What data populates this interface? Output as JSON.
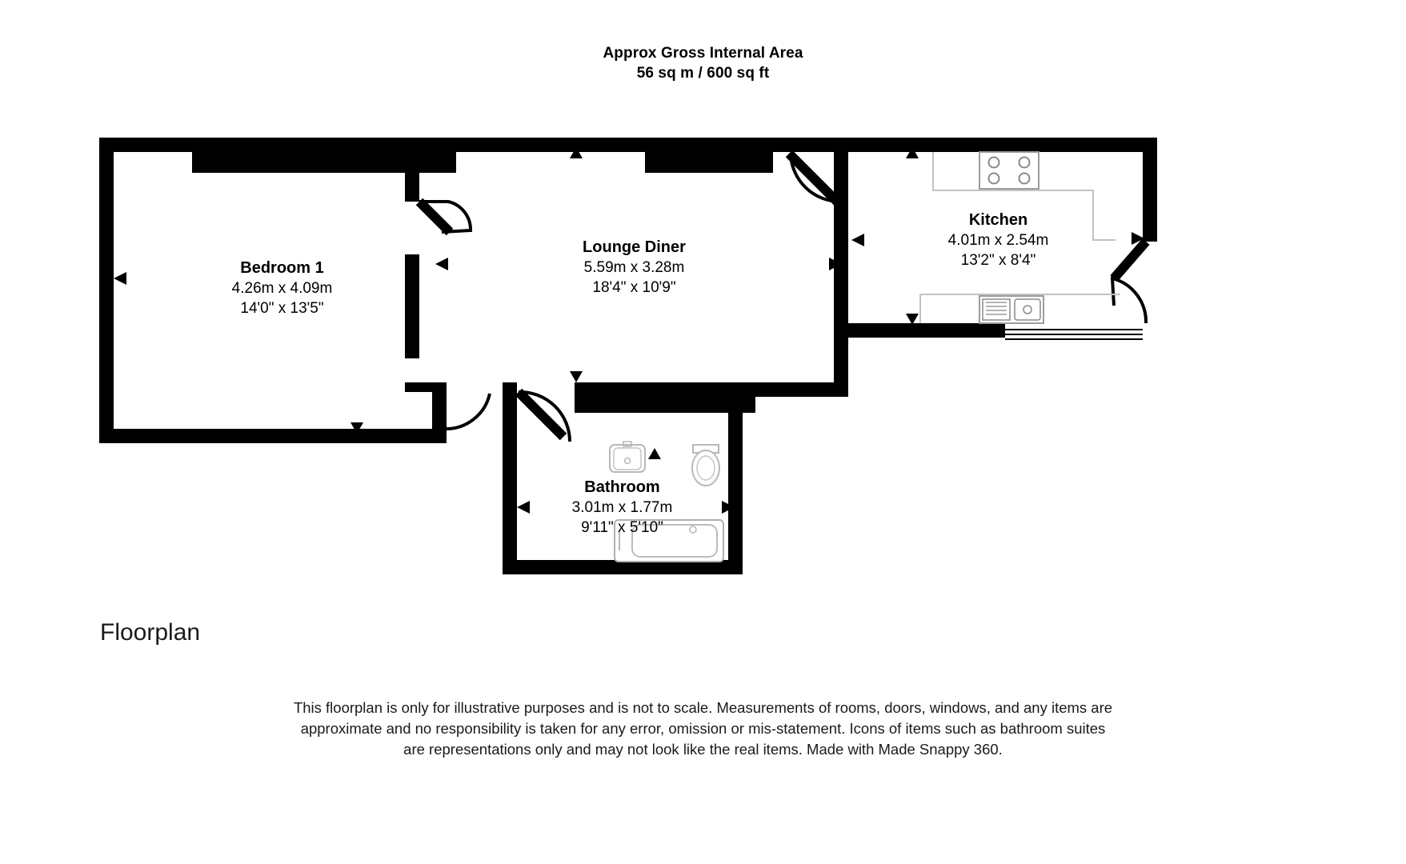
{
  "header": {
    "line1": "Approx Gross Internal Area",
    "line2": "56 sq m / 600 sq ft"
  },
  "rooms": {
    "bedroom1": {
      "name": "Bedroom 1",
      "metric": "4.26m x 4.09m",
      "imperial": "14'0\" x 13'5\""
    },
    "lounge": {
      "name": "Lounge Diner",
      "metric": "5.59m x 3.28m",
      "imperial": "18'4\" x 10'9\""
    },
    "kitchen": {
      "name": "Kitchen",
      "metric": "4.01m x 2.54m",
      "imperial": "13'2\" x 8'4\""
    },
    "bathroom": {
      "name": "Bathroom",
      "metric": "3.01m x 1.77m",
      "imperial": "9'11\" x 5'10\""
    }
  },
  "caption": "Floorplan",
  "disclaimer": {
    "line1": "This floorplan is only for illustrative purposes and is not to scale. Measurements of rooms, doors, windows, and any items are",
    "line2": "approximate and no responsibility is taken for any error, omission or mis-statement. Icons of items such as bathroom suites",
    "line3": "are representations only and may not look like the real items. Made with Made Snappy 360."
  },
  "colors": {
    "wall": "#000000",
    "background": "#ffffff",
    "fixture_stroke": "#b0b0b0",
    "text": "#000000"
  },
  "fixtures": [
    {
      "name": "hob",
      "room": "kitchen"
    },
    {
      "name": "sink",
      "room": "kitchen"
    },
    {
      "name": "worktop",
      "room": "kitchen"
    },
    {
      "name": "wash-basin",
      "room": "bathroom"
    },
    {
      "name": "toilet",
      "room": "bathroom"
    },
    {
      "name": "bathtub",
      "room": "bathroom"
    }
  ],
  "doors": [
    {
      "name": "bedroom-door"
    },
    {
      "name": "lounge-bedroom-door"
    },
    {
      "name": "hall-door"
    },
    {
      "name": "bathroom-door"
    },
    {
      "name": "kitchen-door"
    },
    {
      "name": "kitchen-exterior-door"
    }
  ]
}
